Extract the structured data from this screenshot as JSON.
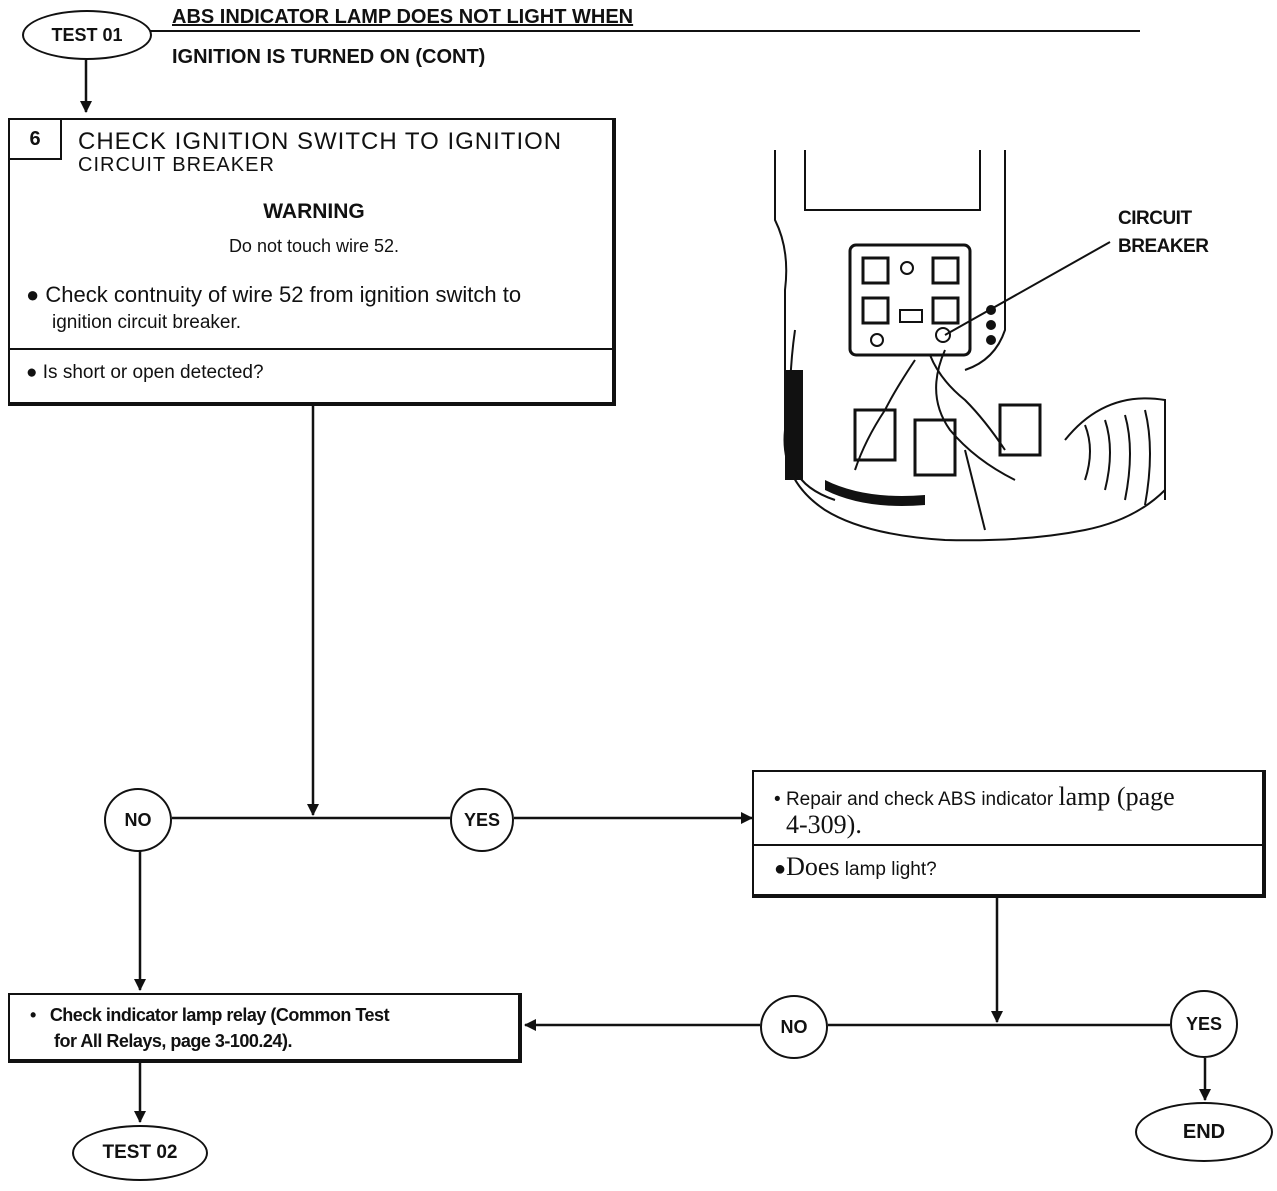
{
  "header": {
    "test_start": "TEST 01",
    "title_line1": "ABS INDICATOR LAMP DOES NOT LIGHT WHEN",
    "title_line2": "IGNITION IS TURNED ON (CONT)"
  },
  "step6": {
    "number": "6",
    "title_line1": "CHECK IGNITION SWITCH TO IGNITION",
    "title_line2": "CIRCUIT BREAKER",
    "warning_heading": "WARNING",
    "warning_text": "Do not touch wire 52.",
    "check_line1": "Check contnuity of wire 52 from ignition switch to",
    "check_line2": "ignition circuit breaker.",
    "question": "Is short or open detected?"
  },
  "illustration": {
    "callout": "CIRCUIT BREAKER",
    "callout_line1": "CIRCUIT",
    "callout_line2": "BREAKER"
  },
  "decision1": {
    "no": "NO",
    "yes": "YES"
  },
  "repair_box": {
    "line1_a": "Repair and check ABS indicator ",
    "line1_b": "lamp (page",
    "line2": "4-309).",
    "question_a": "Does",
    "question_b": " lamp light?"
  },
  "decision2": {
    "no": "NO",
    "yes": "YES"
  },
  "relay_box": {
    "line1": "Check indicator lamp relay (Common Test",
    "line2": "for All Relays, page 3-100.24)."
  },
  "terminals": {
    "end": "END",
    "test_next": "TEST 02"
  },
  "colors": {
    "ink": "#111111",
    "paper": "#ffffff"
  }
}
